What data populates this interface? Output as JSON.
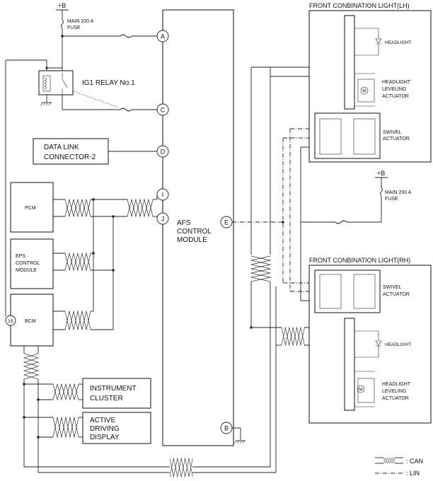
{
  "supply": {
    "bplus": "+B",
    "fuse": [
      "MAIN 200 A",
      "FUSE"
    ]
  },
  "supply_rh": {
    "bplus": "+B",
    "fuse": [
      "MAIN 200 A",
      "FUSE"
    ]
  },
  "relay": {
    "label": "IG1 RELAY No.1"
  },
  "dlc": {
    "lines": [
      "DATA LINK",
      "CONNECTOR-2"
    ]
  },
  "modules": {
    "pcm": "PCM",
    "eps": [
      "EPS",
      "CONTROL",
      "MODULE"
    ],
    "bcm": "BCM",
    "instrument": [
      "INSTRUMENT",
      "CLUSTER"
    ],
    "add": [
      "ACTIVE",
      "DRIVING",
      "DISPLAY"
    ]
  },
  "afs": {
    "lines": [
      "AFS",
      "CONTROL",
      "MODULE"
    ]
  },
  "pins": {
    "a": "A",
    "c": "C",
    "d": "D",
    "i": "I",
    "j": "J",
    "e": "E",
    "b": "B",
    "s2": "2S"
  },
  "lh": {
    "title": "FRONT CONBINATION LIGHT(LH)",
    "headlight": "HEADLIGHT",
    "leveling": [
      "HEADLIGHT",
      "LEVELING",
      "ACTUATOR"
    ],
    "swivel": [
      "SWIVEL",
      "ACTUATOR"
    ],
    "motor": "M"
  },
  "rh": {
    "title": "FRONT CONBINATION LIGHT(RH)",
    "headlight": "HEADLIGHT",
    "leveling": [
      "HEADLIGHT",
      "LEVELING",
      "ACTUATOR"
    ],
    "swivel": [
      "SWIVEL",
      "ACTUATOR"
    ],
    "motor": "M"
  },
  "legend": {
    "can": ": CAN",
    "lin": ": LIN"
  }
}
